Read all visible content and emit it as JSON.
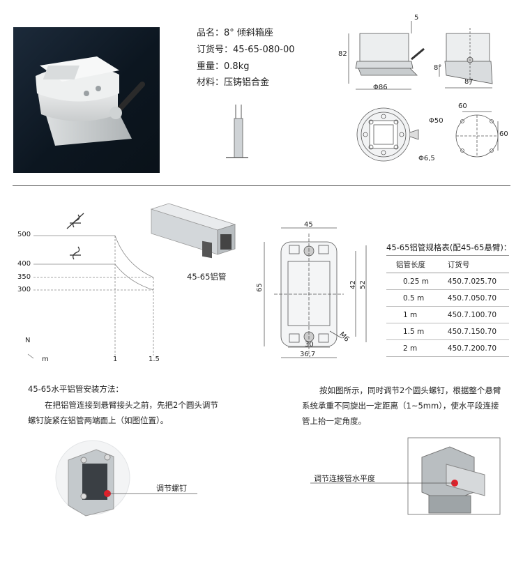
{
  "product": {
    "name_label": "品名：",
    "name_value": "8° 倾斜箱座",
    "order_label": "订货号：",
    "order_value": "45-65-080-00",
    "weight_label": "重量：",
    "weight_value": "0.8kg",
    "material_label": "材料：",
    "material_value": "压铸铝合金"
  },
  "top_drawing": {
    "dim_5": "5",
    "dim_82": "82",
    "dim_d86": "Φ86",
    "dim_8deg": "8°",
    "dim_87": "87",
    "dim_60a": "60",
    "dim_d50": "Φ50",
    "dim_60b": "60",
    "dim_d65": "Φ6,5"
  },
  "load_chart": {
    "y_ticks": [
      "500",
      "400",
      "350",
      "300"
    ],
    "y_axis_label": "N",
    "x_axis_label": "m",
    "x_ticks": [
      "1",
      "1.5"
    ]
  },
  "profile_label": "45-65铝管",
  "section_drawing": {
    "dim_45": "45",
    "dim_65": "65",
    "dim_42": "42",
    "dim_52": "52",
    "dim_30": "30",
    "dim_367": "36,7",
    "dim_m6": "M6"
  },
  "spec_table": {
    "title": "45-65铝管规格表(配45-65悬臂)：",
    "headers": [
      "铝管长度",
      "订货号"
    ],
    "rows": [
      [
        "0.25 m",
        "450.7.025.70"
      ],
      [
        "0.5 m",
        "450.7.050.70"
      ],
      [
        "1 m",
        "450.7.100.70"
      ],
      [
        "1.5 m",
        "450.7.150.70"
      ],
      [
        "2 m",
        "450.7.200.70"
      ]
    ]
  },
  "install": {
    "heading": "45-65水平铝管安装方法：",
    "line1": "在把铝管连接到悬臂接头之前，先把2个圆头调节",
    "line2": "螺钉旋紧在铝管两端面上（如图位置）。",
    "right_line1": "按如图所示，同时调节2个圆头螺钉，根据整个悬臂",
    "right_line2": "系统承重不同旋出一定距离（1~5mm），使水平段连接",
    "right_line3": "管上抬一定角度。",
    "callout_left": "调节螺钉",
    "callout_right": "调节连接管水平度"
  },
  "colors": {
    "accent_red": "#e0202a",
    "line_gray": "#777777"
  }
}
